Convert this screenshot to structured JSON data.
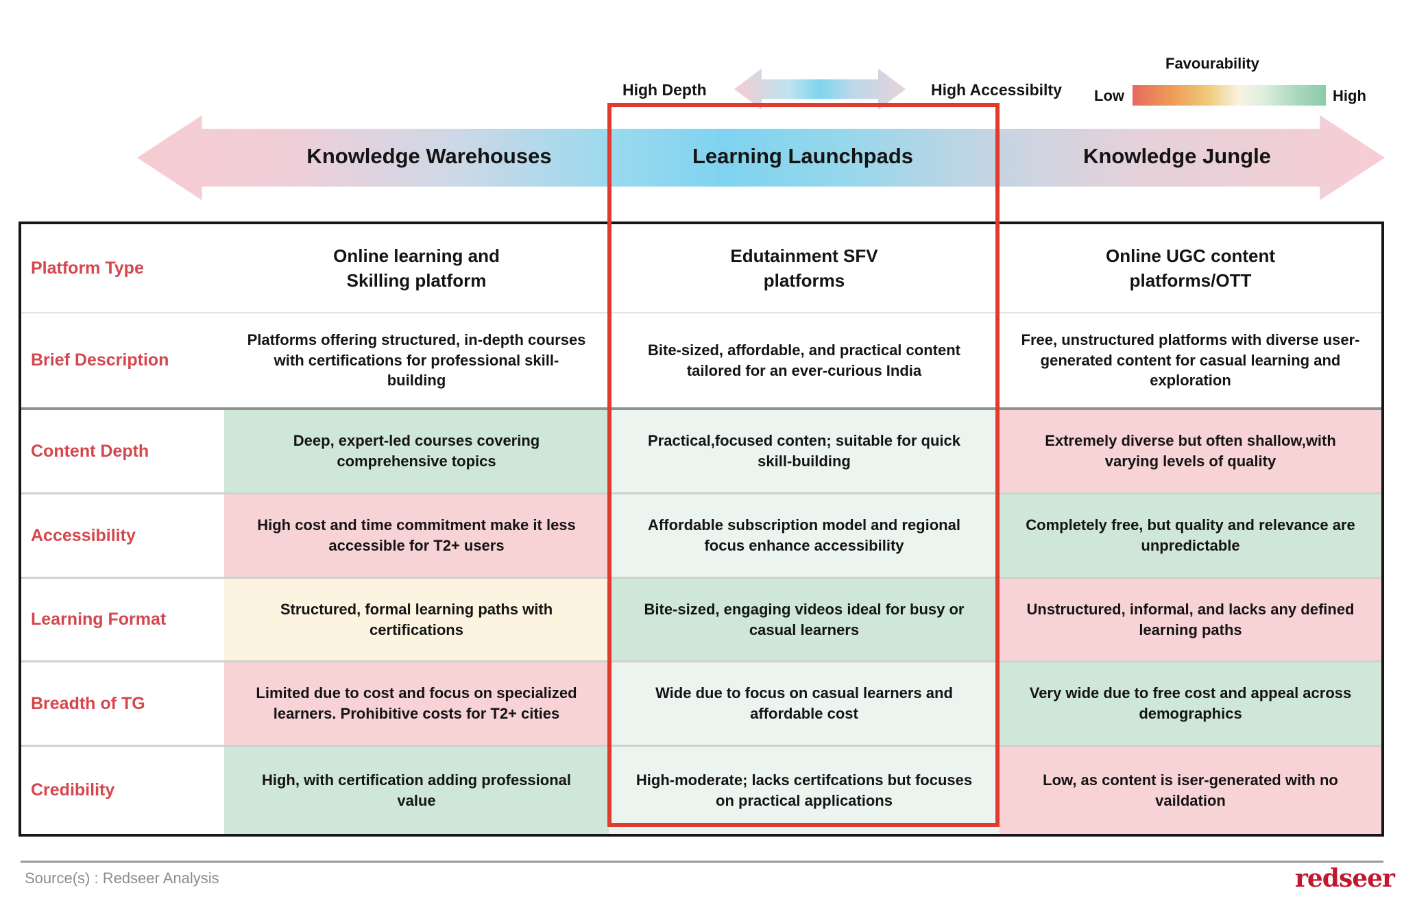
{
  "colors": {
    "accent_red_labels": "#d5464d",
    "highlight_box_red": "#e13a2e",
    "favourability_low_end": "#e8695d",
    "favourability_high_end": "#8bcbaa",
    "cell_green": "#cfe7d9",
    "cell_pale_green": "#ecf4ef",
    "cell_pink": "#f8d3d6",
    "cell_cream": "#fcf3e0",
    "arrow_blue": "#7fd3f0",
    "arrow_pink": "#f7ccd2",
    "logo_red": "#c2182e"
  },
  "top": {
    "high_depth": "High Depth",
    "high_accessibility": "High Accessibilty",
    "favourability_title": "Favourability",
    "favourability_low": "Low",
    "favourability_high": "High"
  },
  "spectrum": {
    "left": "Knowledge Warehouses",
    "middle": "Learning Launchpads",
    "right": "Knowledge Jungle"
  },
  "table": {
    "rows": [
      {
        "label": "Platform Type",
        "cells": [
          {
            "text": "Online learning and\nSkilling platform",
            "tone": "white"
          },
          {
            "text": "Edutainment SFV\nplatforms",
            "tone": "white"
          },
          {
            "text": "Online UGC content\nplatforms/OTT",
            "tone": "white"
          }
        ]
      },
      {
        "label": "Brief Description",
        "cells": [
          {
            "text": "Platforms offering structured, in-depth courses with certifications for professional skill-building",
            "tone": "white"
          },
          {
            "text": "Bite-sized, affordable, and practical content tailored for an ever-curious India",
            "tone": "white"
          },
          {
            "text": "Free, unstructured platforms with diverse user-generated content for casual learning and exploration",
            "tone": "white"
          }
        ]
      },
      {
        "label": "Content Depth",
        "cells": [
          {
            "text": "Deep, expert-led courses covering comprehensive topics",
            "tone": "green"
          },
          {
            "text": "Practical,focused conten; suitable for quick skill-building",
            "tone": "pale"
          },
          {
            "text": "Extremely diverse but often shallow,with varying levels of quality",
            "tone": "pink"
          }
        ]
      },
      {
        "label": "Accessibility",
        "cells": [
          {
            "text": "High cost and time commitment make it less accessible for T2+ users",
            "tone": "pink"
          },
          {
            "text": "Affordable subscription model and regional focus enhance accessibility",
            "tone": "pale"
          },
          {
            "text": "Completely free, but quality and relevance are unpredictable",
            "tone": "green"
          }
        ]
      },
      {
        "label": "Learning Format",
        "cells": [
          {
            "text": "Structured, formal learning paths with certifications",
            "tone": "cream"
          },
          {
            "text": "Bite-sized, engaging videos ideal for busy or casual learners",
            "tone": "green"
          },
          {
            "text": "Unstructured, informal, and lacks any defined learning paths",
            "tone": "pink"
          }
        ]
      },
      {
        "label": "Breadth of TG",
        "cells": [
          {
            "text": "Limited due to cost and focus on specialized learners. Prohibitive costs for T2+ cities",
            "tone": "pink"
          },
          {
            "text": "Wide due to focus on casual learners and affordable cost",
            "tone": "pale"
          },
          {
            "text": "Very wide due to free cost and appeal across demographics",
            "tone": "green"
          }
        ]
      },
      {
        "label": "Credibility",
        "cells": [
          {
            "text": "High, with certification adding professional value",
            "tone": "green"
          },
          {
            "text": "High-moderate; lacks certifcations but focuses on practical applications",
            "tone": "pale"
          },
          {
            "text": "Low, as content is iser-generated with no vaildation",
            "tone": "pink"
          }
        ]
      }
    ]
  },
  "footer": {
    "source_text": "Source(s) : Redseer Analysis",
    "logo_text": "redseer"
  }
}
